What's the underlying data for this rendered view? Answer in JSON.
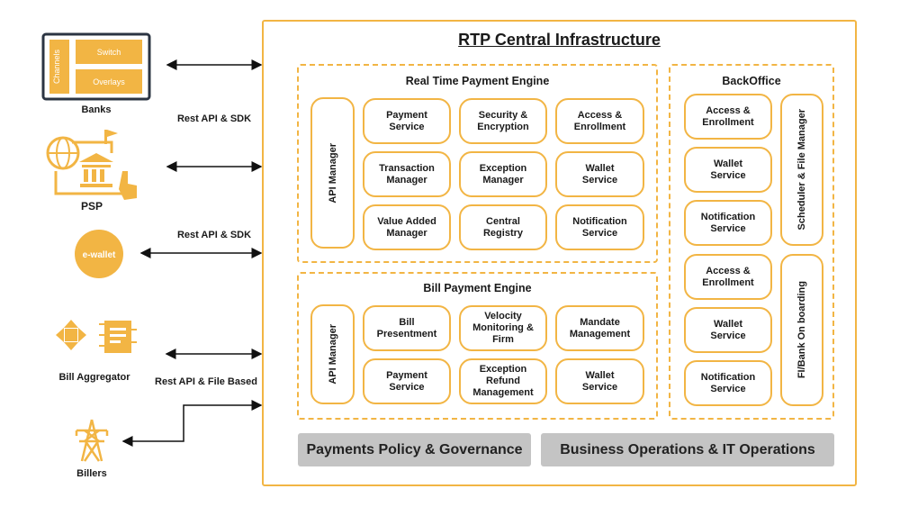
{
  "title": "RTP Central Infrastructure",
  "rtp": {
    "title": "Real Time Payment Engine",
    "api": "API Manager",
    "cells": [
      "Payment\nService",
      "Security &\nEncryption",
      "Access &\nEnrollment",
      "Transaction\nManager",
      "Exception\nManager",
      "Wallet\nService",
      "Value Added\nManager",
      "Central\nRegistry",
      "Notification\nService"
    ]
  },
  "bill": {
    "title": "Bill Payment Engine",
    "api": "API Manager",
    "cells": [
      "Bill\nPresentment",
      "Velocity\nMonitoring &\nFirm",
      "Mandate\nManagement",
      "Payment\nService",
      "Exception\nRefund\nManagement",
      "Wallet\nService"
    ]
  },
  "backoffice": {
    "title": "BackOffice",
    "cells": [
      "Access &\nEnrollment",
      "Wallet\nService",
      "Notification\nService",
      "Access &\nEnrollment",
      "Wallet\nService",
      "Notification\nService"
    ],
    "side": [
      "Scheduler & File Manager",
      "FI/Bank On boarding"
    ]
  },
  "bars": [
    "Payments Policy & Governance",
    "Business Operations & IT Operations"
  ],
  "actors": {
    "banks": {
      "label": "Banks",
      "channels": "Channels",
      "switch": "Switch",
      "overlays": "Overlays"
    },
    "psp": "PSP",
    "ewallet": "e-wallet",
    "aggregator": "Bill Aggregator",
    "billers": "Billers"
  },
  "connectors": [
    "Rest API & SDK",
    "Rest API & SDK",
    "Rest API & File Based"
  ],
  "colors": {
    "accent": "#f2b544",
    "bar": "#c4c4c4"
  }
}
